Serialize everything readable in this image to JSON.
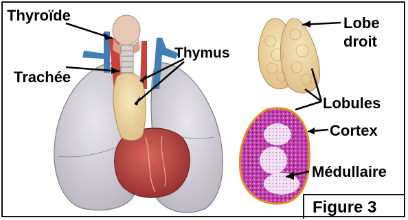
{
  "labels": {
    "thyroide": "Thyroïde",
    "trachee": "Trachée",
    "thymus": "Thymus",
    "lobe_droit_line1": "Lobe",
    "lobe_droit_line2": "droit",
    "lobules": "Lobules",
    "cortex": "Cortex",
    "medullaire": "Médullaire"
  },
  "figure_label": "Figure 3",
  "colors": {
    "lung": "#d8d6dc",
    "thymus": "#eed8a4",
    "heart": "#b8413f",
    "vein": "#3f7fb4",
    "artery": "#c94138",
    "cortex": "#a8289a",
    "capsule": "#e09020"
  }
}
